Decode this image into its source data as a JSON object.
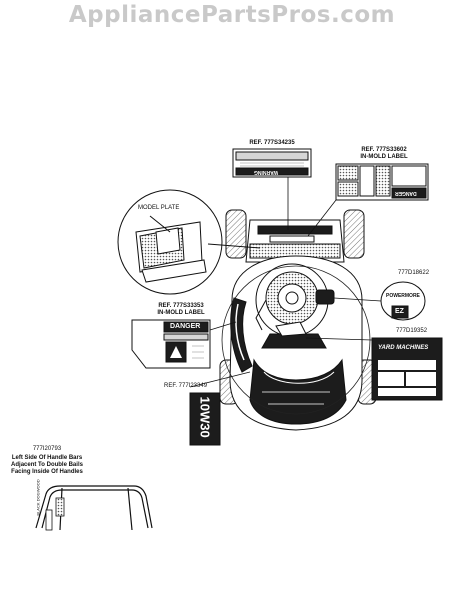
{
  "watermark": "AppliancePartsPros.com",
  "labels": {
    "ref_top_center": "REF. 777S34235",
    "ref_top_right_line1": "REF. 777S33602",
    "ref_top_right_line2": "IN-MOLD LABEL",
    "model_plate": "MODEL PLATE",
    "ref_left_line1": "REF. 777S33353",
    "ref_left_line2": "IN-MOLD LABEL",
    "ref_bottom_center": "REF. 777I23349",
    "part_powermore": "777D18622",
    "part_yard_machines": "777D19352",
    "part_handle": "777I20793",
    "handle_note_line1": "Left Side Of Handle Bars",
    "handle_note_line2": "Adjacent To Double Bails",
    "handle_note_line3": "Facing Inside Of Handles"
  },
  "decal_text": {
    "warning": "WARNING",
    "danger_right": "DANGER",
    "danger_left": "DANGER",
    "powermore": "POWERMORE",
    "ez": "EZ",
    "yard_machines": "YARD MACHINES",
    "oil": "10W30",
    "brand_vertical": "BLACK DOGWOOD"
  },
  "colors": {
    "watermark": "#c9c9c9",
    "line": "#111111",
    "dark_fill": "#1c1c1c",
    "mid_fill": "#8a8a8a",
    "light_fill": "#d6d6d6"
  },
  "icons": [
    "warning-triangle-icon",
    "hand-hazard-icon"
  ]
}
